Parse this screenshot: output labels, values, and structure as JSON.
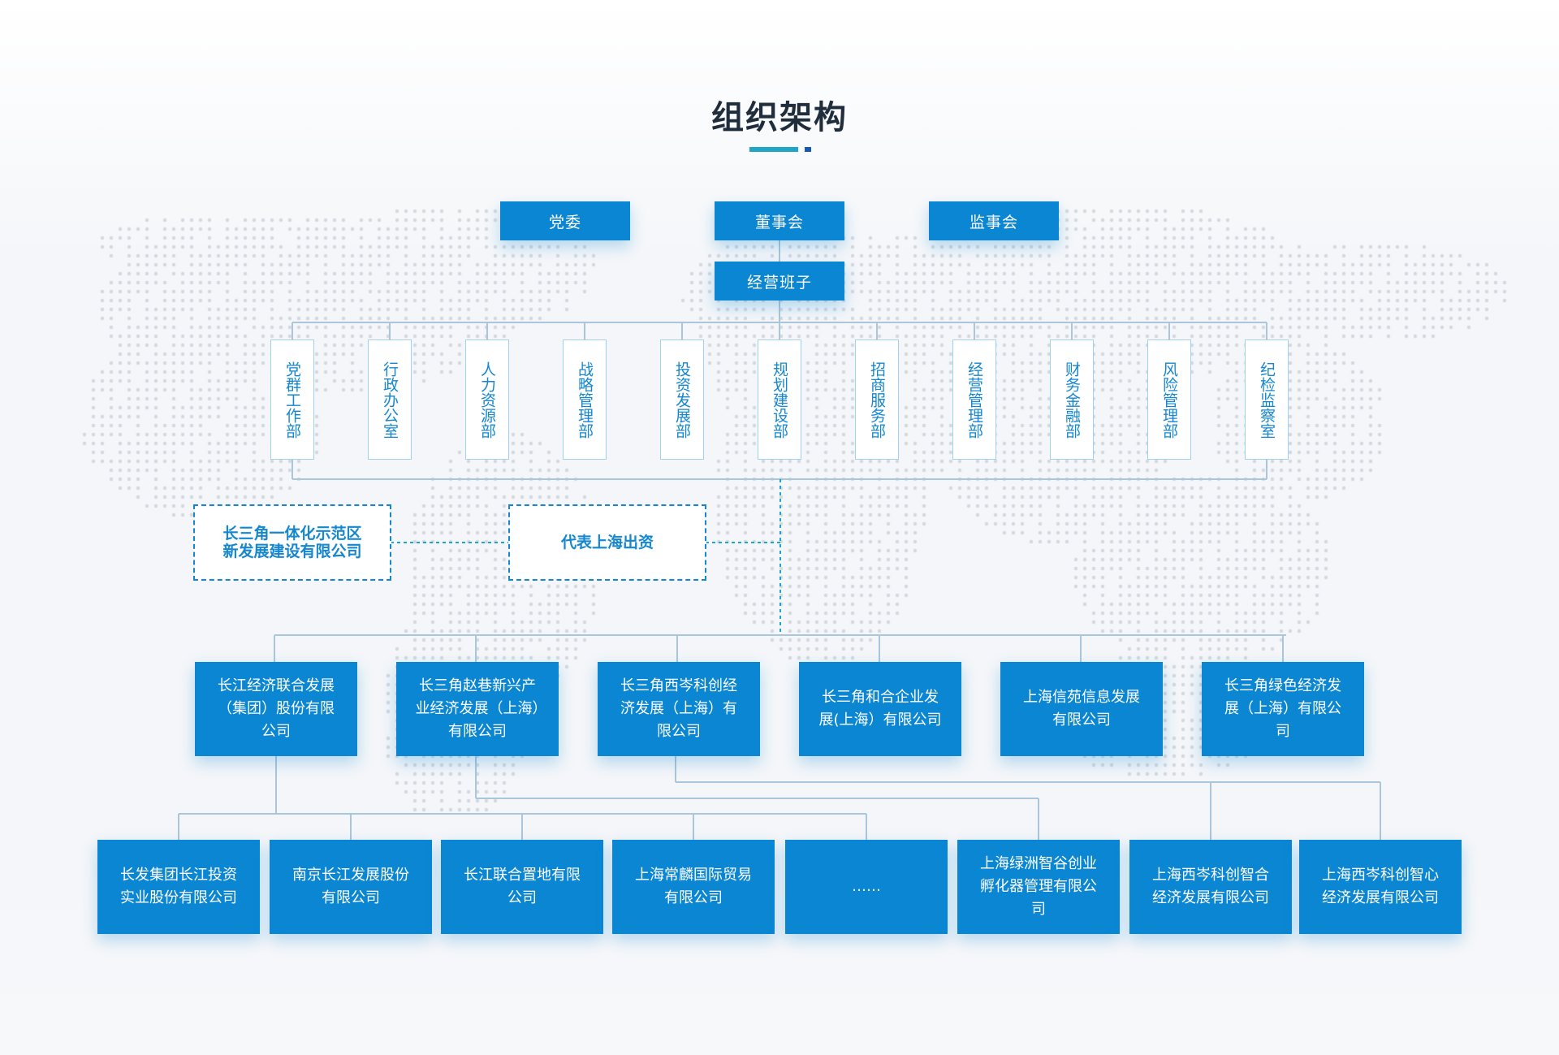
{
  "title": "组织架构",
  "colors": {
    "accent_blue": "#0b86d3",
    "title_bar_teal": "#1fa6c7",
    "title_bar_navy": "#1759b4",
    "connector": "#a9c6db",
    "dashed_connector": "#1fa6c7"
  },
  "top": {
    "party": "党委",
    "board": "董事会",
    "supervisors": "监事会",
    "management": "经营班子"
  },
  "departments": [
    "党群工作部",
    "行政办公室",
    "人力资源部",
    "战略管理部",
    "投资发展部",
    "规划建设部",
    "招商服务部",
    "经营管理部",
    "财务金融部",
    "风险管理部",
    "纪检监察室"
  ],
  "special": {
    "left_box": "长三角一体化示范区\n新发展建设有限公司",
    "center_box": "代表上海出资"
  },
  "companies": [
    "长江经济联合发展（集团）股份有限公司",
    "长三角赵巷新兴产业经济发展（上海）有限公司",
    "长三角西岑科创经济发展（上海）有限公司",
    "长三角和合企业发展(上海）有限公司",
    "上海信苑信息发展有限公司",
    "长三角绿色经济发展（上海）有限公司"
  ],
  "subsidiaries": [
    "长发集团长江投资实业股份有限公司",
    "南京长江发展股份有限公司",
    "长江联合置地有限公司",
    "上海常麟国际贸易有限公司",
    "……",
    "上海绿洲智谷创业孵化器管理有限公司",
    "上海西岑科创智合经济发展有限公司",
    "上海西岑科创智心经济发展有限公司"
  ]
}
